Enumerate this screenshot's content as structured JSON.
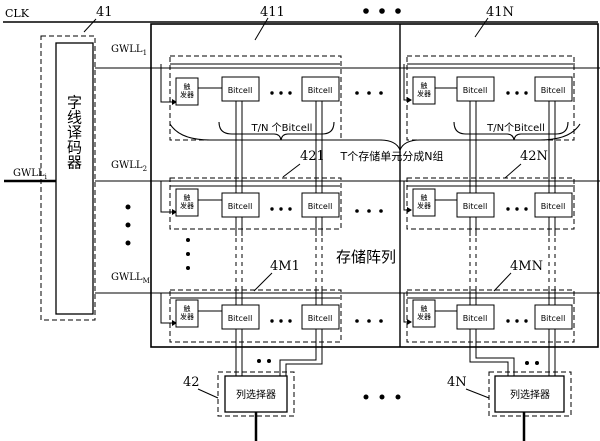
{
  "signals": {
    "clk": "CLK",
    "gwll_input": "GWLL",
    "gwll_input_sub": "i",
    "gwll": [
      "GWLL",
      "GWLL",
      "GWLL"
    ],
    "gwll_sub": [
      "1",
      "2",
      "M"
    ]
  },
  "decoder": {
    "ref": "41",
    "label": "字线译码器"
  },
  "groups": {
    "row1": [
      "411",
      "41N"
    ],
    "row2": [
      "421",
      "42N"
    ],
    "rowM": [
      "4M1",
      "4MN"
    ]
  },
  "cell_labels": {
    "trigger": "触发器",
    "bitcell": "Bitcell"
  },
  "annotations": {
    "group_size_a": "T/N 个Bitcell",
    "group_size_b": "T/N个Bitcell",
    "grouping": "T个存储单元分成N组",
    "array": "存储阵列"
  },
  "column_selectors": [
    {
      "ref": "42",
      "label": "列选择器"
    },
    {
      "ref": "4N",
      "label": "列选择器"
    }
  ]
}
